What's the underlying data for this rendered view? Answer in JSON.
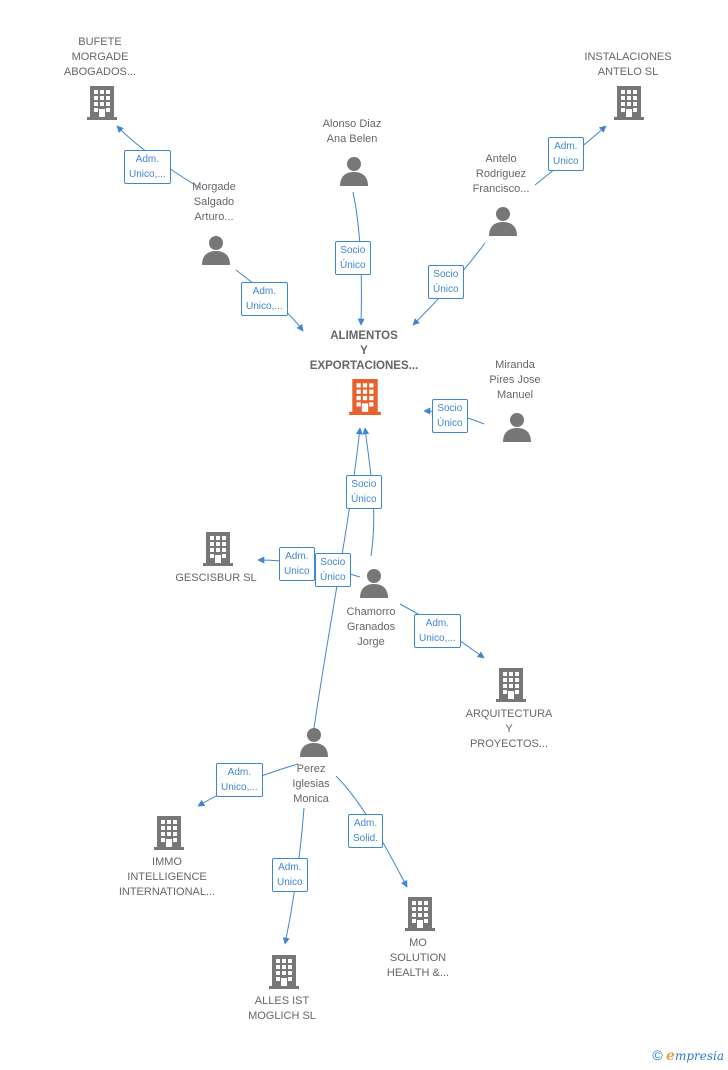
{
  "colors": {
    "edge": "#3f86d1",
    "node_gray": "#777777",
    "node_main": "#e8602c",
    "label_text": "#666666"
  },
  "main_node": {
    "lines": [
      "ALIMENTOS",
      "Y",
      "EXPORTACIONES..."
    ]
  },
  "nodes": [
    {
      "id": "bufete",
      "type": "company",
      "lines": [
        "BUFETE",
        "MORGADE",
        "ABOGADOS..."
      ]
    },
    {
      "id": "instalaciones",
      "type": "company",
      "lines": [
        "INSTALACIONES",
        "ANTELO SL"
      ]
    },
    {
      "id": "alonso",
      "type": "person",
      "lines": [
        "Alonso Diaz",
        "Ana Belen"
      ]
    },
    {
      "id": "antelo",
      "type": "person",
      "lines": [
        "Antelo",
        "Rodriguez",
        "Francisco..."
      ]
    },
    {
      "id": "morgade",
      "type": "person",
      "lines": [
        "Morgade",
        "Salgado",
        "Arturo..."
      ]
    },
    {
      "id": "miranda",
      "type": "person",
      "lines": [
        "Miranda",
        "Pires Jose",
        "Manuel"
      ]
    },
    {
      "id": "gescisbur",
      "type": "company",
      "lines": [
        "GESCISBUR SL"
      ]
    },
    {
      "id": "chamorro",
      "type": "person",
      "lines": [
        "Chamorro",
        "Granados",
        "Jorge"
      ]
    },
    {
      "id": "arquitectura",
      "type": "company",
      "lines": [
        "ARQUITECTURA",
        "Y",
        "PROYECTOS..."
      ]
    },
    {
      "id": "perez",
      "type": "person",
      "lines": [
        "Perez",
        "Iglesias",
        "Monica"
      ]
    },
    {
      "id": "immo",
      "type": "company",
      "lines": [
        "IMMO",
        "INTELLIGENCE",
        "INTERNATIONAL..."
      ]
    },
    {
      "id": "mo_solution",
      "type": "company",
      "lines": [
        "MO",
        "SOLUTION",
        "HEALTH &..."
      ]
    },
    {
      "id": "alles",
      "type": "company",
      "lines": [
        "ALLES IST",
        "MOGLICH  SL"
      ]
    }
  ],
  "edges": [
    {
      "id": "e_morgade_bufete",
      "lines": [
        "Adm.",
        "Unico,..."
      ]
    },
    {
      "id": "e_morgade_main",
      "lines": [
        "Adm.",
        "Unico,..."
      ]
    },
    {
      "id": "e_alonso_main",
      "lines": [
        "Socio",
        "Único"
      ]
    },
    {
      "id": "e_antelo_inst",
      "lines": [
        "Adm.",
        "Unico"
      ]
    },
    {
      "id": "e_antelo_main",
      "lines": [
        "Socio",
        "Único"
      ]
    },
    {
      "id": "e_miranda_main",
      "lines": [
        "Socio",
        "Único"
      ]
    },
    {
      "id": "e_chamorro_main",
      "lines": [
        "Socio",
        "Único"
      ]
    },
    {
      "id": "e_chamorro_gescisbur",
      "lines": [
        "Adm.",
        "Unico"
      ]
    },
    {
      "id": "e_perez_main",
      "lines": [
        "Socio",
        "Único"
      ]
    },
    {
      "id": "e_chamorro_arq",
      "lines": [
        "Adm.",
        "Unico,..."
      ]
    },
    {
      "id": "e_perez_immo",
      "lines": [
        "Adm.",
        "Unico,..."
      ]
    },
    {
      "id": "e_perez_mo",
      "lines": [
        "Adm.",
        "Solid."
      ]
    },
    {
      "id": "e_perez_alles",
      "lines": [
        "Adm.",
        "Unico"
      ]
    }
  ],
  "footer": {
    "copyright": "©",
    "brand_first": "e",
    "brand_rest": "mpresia"
  }
}
